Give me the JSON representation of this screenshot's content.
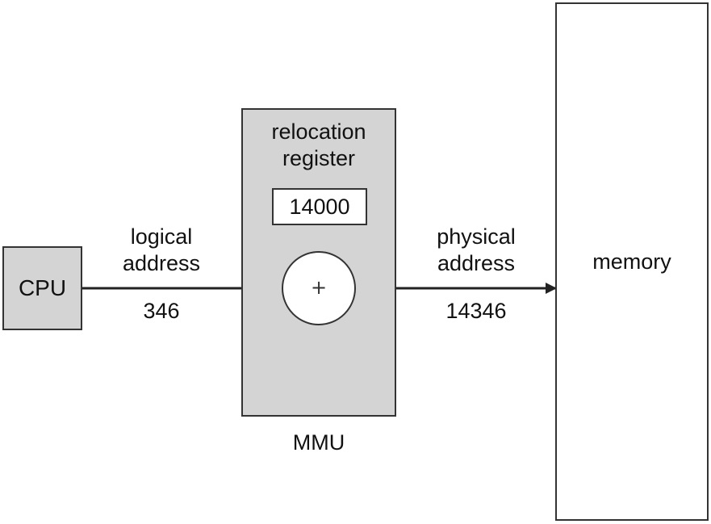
{
  "cpu": {
    "label": "CPU"
  },
  "mmu": {
    "label": "MMU",
    "relocation_register": {
      "label": "relocation\nregister",
      "value": "14000"
    },
    "adder_symbol": "+"
  },
  "logical_address": {
    "label": "logical\naddress",
    "value": "346"
  },
  "physical_address": {
    "label": "physical\naddress",
    "value": "14346"
  },
  "memory": {
    "label": "memory"
  },
  "colors": {
    "box_fill": "#d4d4d4",
    "stroke": "#333333",
    "arrow": "#222222"
  }
}
